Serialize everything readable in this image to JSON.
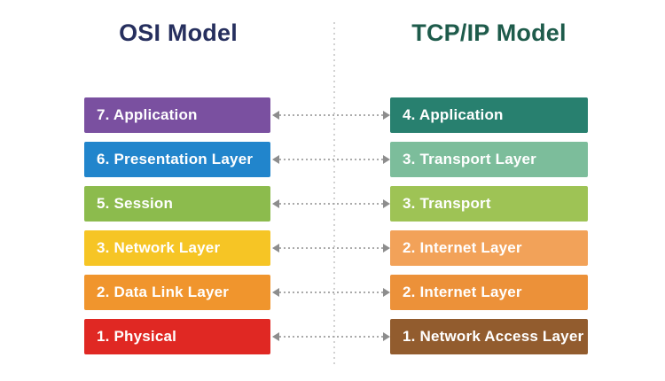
{
  "titles": {
    "left": "OSI Model",
    "left_color": "#262F5E",
    "right": "TCP/IP Model",
    "right_color": "#1E5B4B"
  },
  "osi_layers": [
    {
      "label": "7. Application",
      "color": "#7A50A0"
    },
    {
      "label": "6. Presentation Layer",
      "color": "#2185CC"
    },
    {
      "label": "5. Session",
      "color": "#8CBB4D"
    },
    {
      "label": "3. Network Layer",
      "color": "#F6C525"
    },
    {
      "label": "2. Data Link Layer",
      "color": "#F0952D"
    },
    {
      "label": "1. Physical",
      "color": "#E02823"
    }
  ],
  "tcpip_layers": [
    {
      "label": "4. Application",
      "color": "#28806F"
    },
    {
      "label": "3. Transport Layer",
      "color": "#7CBD9B"
    },
    {
      "label": "3. Transport",
      "color": "#9EC355"
    },
    {
      "label": "2. Internet Layer",
      "color": "#F2A259"
    },
    {
      "label": "2. Internet Layer",
      "color": "#EC9139"
    },
    {
      "label": "1. Network Access Layer",
      "color": "#925C2E"
    }
  ],
  "connector": {
    "style": "dotted",
    "bidirectional": true,
    "line_color": "#AAAAAA",
    "arrowhead_color": "#8D8D8D",
    "divider_color": "#D2D2D2"
  }
}
